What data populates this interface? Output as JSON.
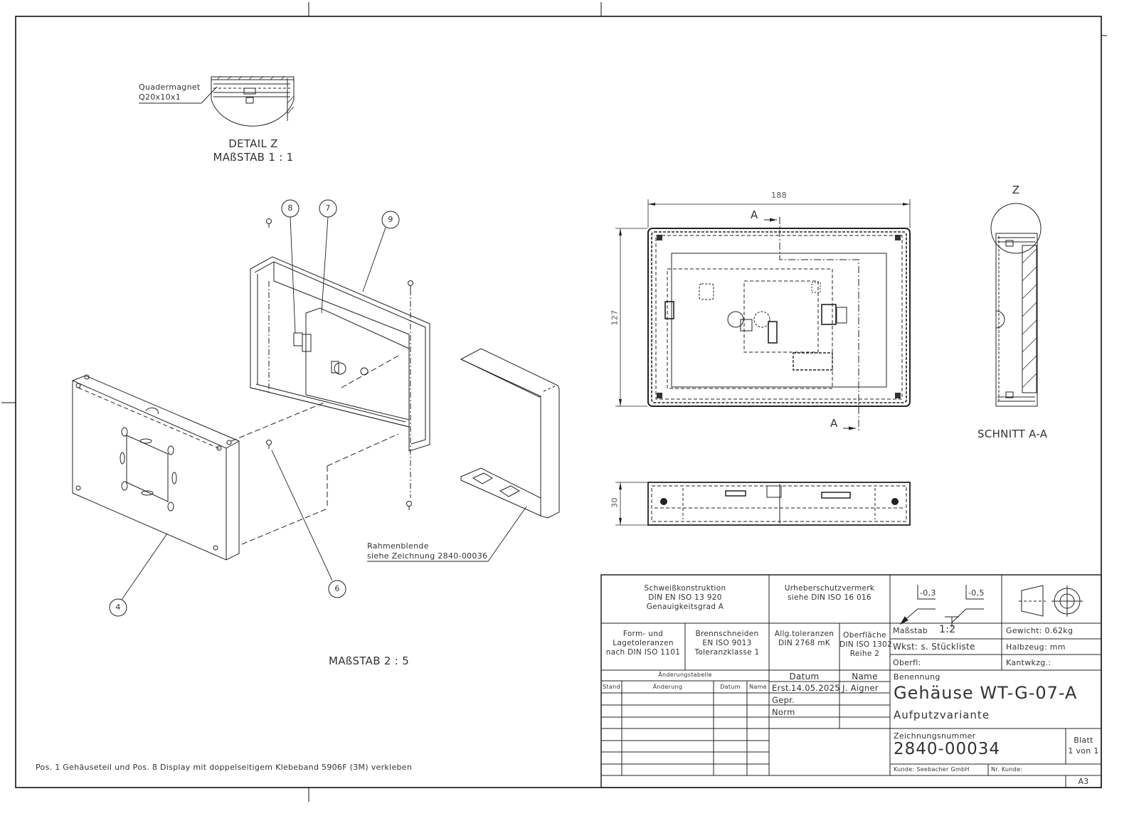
{
  "detail_z": {
    "callout_label_1": "Quadermagnet",
    "callout_label_2": "Q20x10x1",
    "title": "DETAIL Z",
    "scale": "MAßSTAB 1 : 1"
  },
  "exploded_view": {
    "scale": "MAßSTAB 2 : 5",
    "balloons": [
      "8",
      "7",
      "9",
      "4",
      "6"
    ],
    "rahmen_label_1": "Rahmenblende",
    "rahmen_label_2": "siehe Zeichnung 2840-00036"
  },
  "front_view": {
    "dim_width": "188",
    "dim_height": "127",
    "section_mark_top": "A",
    "section_mark_bottom": "A"
  },
  "bottom_view": {
    "dim_height": "30"
  },
  "section_view": {
    "detail_mark": "Z",
    "title": "SCHNITT A-A"
  },
  "note": "Pos. 1 Gehäuseteil und Pos. 8 Display mit doppelseitigem Klebeband 5906F (3M) verkleben",
  "title_block": {
    "weld": [
      "Schweißkonstruktion",
      "DIN EN ISO 13 920",
      "Genauigkeitsgrad A"
    ],
    "copyright": [
      "Urheberschutzvermerk",
      "siehe DIN ISO 16 016"
    ],
    "edge_1": "-0,3",
    "edge_2": "-0,5",
    "form_tol": [
      "Form- und",
      "Lagetoleranzen",
      "nach DIN ISO 1101"
    ],
    "flame_cut": [
      "Brennschneiden",
      "EN ISO 9013",
      "Toleranzklasse 1"
    ],
    "gen_tol": [
      "Allg.toleranzen",
      "DIN 2768 mK"
    ],
    "surface": [
      "Oberfläche",
      "DIN ISO 1302",
      "Reihe 2"
    ],
    "scale_label": "Maßstab",
    "scale_value": "1:2",
    "weight": "Gewicht: 0.62kg",
    "material": "Wkst: s. Stückliste",
    "semi_finished": "Halbzeug: mm",
    "surface_short": "Oberfl:",
    "edge_break": "Kantwkzg.:",
    "change_table_title": "Änderungstabelle",
    "change_table_headers": [
      "Stand",
      "Änderung",
      "Datum",
      "Name"
    ],
    "date_header": "Datum",
    "name_header": "Name",
    "created_label": "Erst.",
    "created_date": "14.05.2025",
    "created_name": "J. Aigner",
    "checked_label": "Gepr.",
    "norm_label": "Norm",
    "designation_label": "Benennung",
    "designation": "Gehäuse WT-G-07-A",
    "subtitle": "Aufputzvariante",
    "drawing_no_label": "Zeichnungsnummer",
    "drawing_no": "2840-00034",
    "sheet_label": "Blatt",
    "sheet_value": "1 von 1",
    "customer": "Kunde: Seebacher GmbH",
    "customer_no": "Nr. Kunde:",
    "format": "A3"
  }
}
